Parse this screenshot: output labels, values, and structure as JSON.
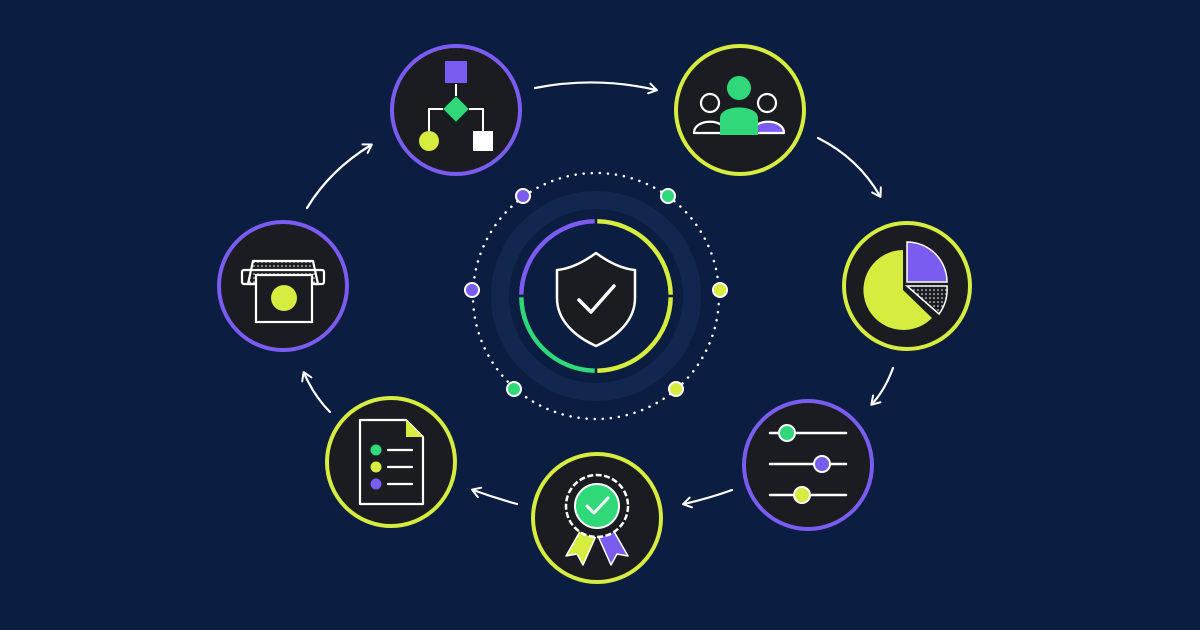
{
  "colors": {
    "background": "#0b1d40",
    "node_fill": "#1b1b22",
    "purple": "#7a5cf0",
    "lime": "#d6ec3f",
    "green": "#2fd878",
    "white": "#ffffff"
  },
  "center": {
    "icon": "shield-check-icon",
    "outer_ring": "dotted-ring",
    "inner_ring_segments": [
      "purple",
      "lime",
      "green",
      "lime"
    ]
  },
  "nodes": [
    {
      "name": "node-workflow",
      "icon": "workflow-icon",
      "ring": "purple"
    },
    {
      "name": "node-team",
      "icon": "team-icon",
      "ring": "lime"
    },
    {
      "name": "node-pie-chart",
      "icon": "pie-chart-icon",
      "ring": "lime"
    },
    {
      "name": "node-sliders",
      "icon": "sliders-icon",
      "ring": "purple"
    },
    {
      "name": "node-award",
      "icon": "award-badge-icon",
      "ring": "lime"
    },
    {
      "name": "node-checklist",
      "icon": "checklist-document-icon",
      "ring": "lime"
    },
    {
      "name": "node-printer",
      "icon": "printer-icon",
      "ring": "purple"
    }
  ]
}
